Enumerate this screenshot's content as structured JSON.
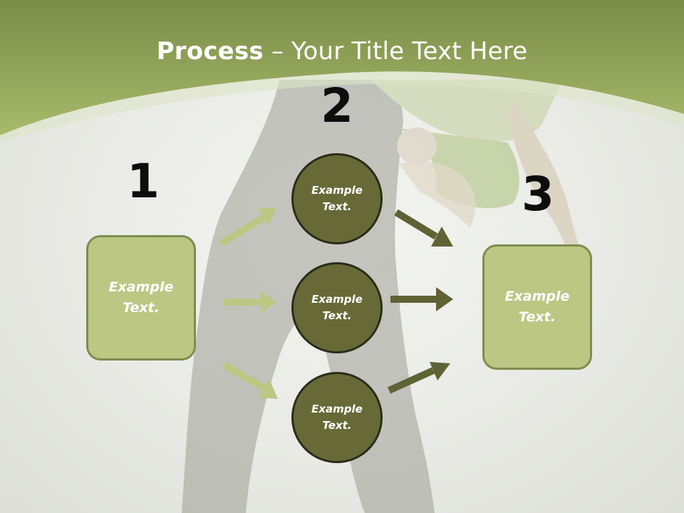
{
  "title": {
    "bold": "Process",
    "rest": " – Your Title Text Here"
  },
  "steps": [
    {
      "number": "1",
      "text": "Example Text."
    },
    {
      "number": "2",
      "items": [
        {
          "text": "Example Text."
        },
        {
          "text": "Example Text."
        },
        {
          "text": "Example Text."
        }
      ]
    },
    {
      "number": "3",
      "text": "Example Text."
    }
  ],
  "colors": {
    "header_green": "#a7b86a",
    "box_fill": "#bcc784",
    "circle_fill": "#676a37",
    "arrow_light": "#bcc784",
    "arrow_dark": "#5f6334"
  }
}
